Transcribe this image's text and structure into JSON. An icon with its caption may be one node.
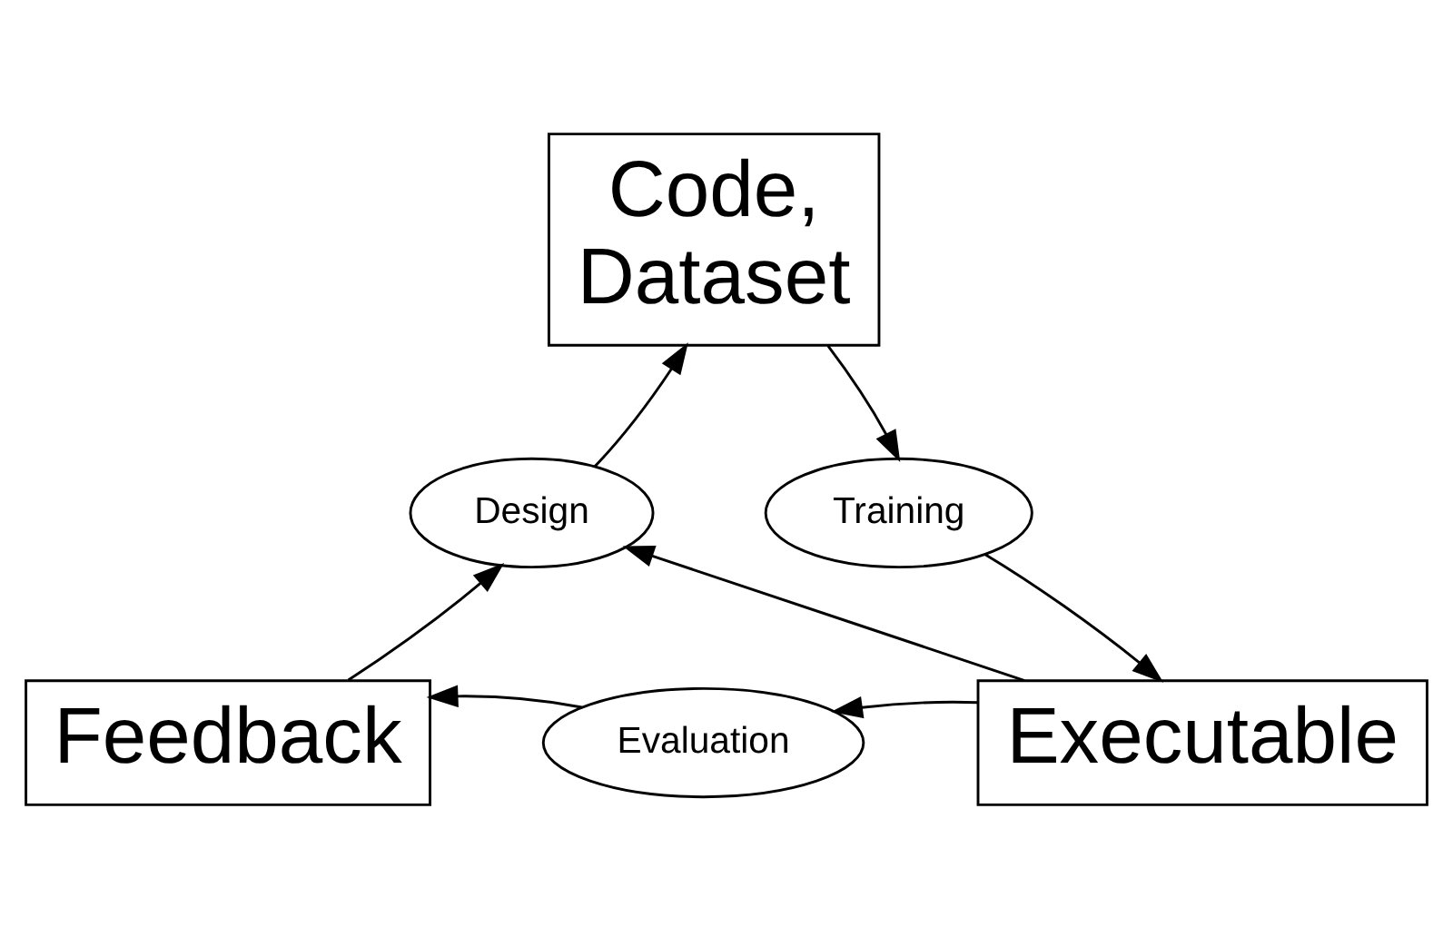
{
  "diagram": {
    "nodes": [
      {
        "text": [
          "Code, Dataset"
        ]
      },
      {
        "text": [
          "Design"
        ]
      },
      {
        "text": [
          "Training"
        ]
      },
      {
        "text": [
          "Feedback"
        ]
      },
      {
        "text": [
          "Evaluation"
        ]
      },
      {
        "text": [
          "Executable"
        ]
      }
    ],
    "edges": [
      {
        "from": 1,
        "to": 0,
        "arrow": "to"
      },
      {
        "from": 0,
        "to": 2,
        "arrow": "to"
      },
      {
        "from": 2,
        "to": 5,
        "arrow": "to"
      },
      {
        "from": 5,
        "to": 4,
        "arrow": "to"
      },
      {
        "from": 4,
        "to": 3,
        "arrow": "to"
      },
      {
        "from": 3,
        "to": 1,
        "arrow": "to"
      },
      {
        "from": 5,
        "to": 1,
        "arrow": "to"
      }
    ]
  }
}
